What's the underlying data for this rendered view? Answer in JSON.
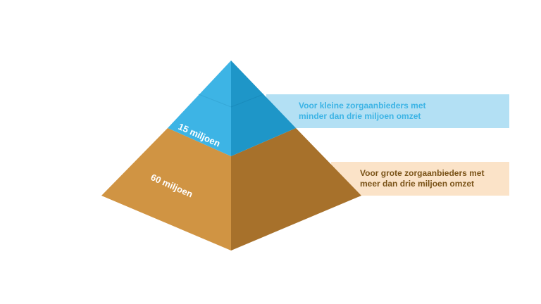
{
  "colors": {
    "top_left_face": "#3db4e5",
    "top_right_face": "#1e96c8",
    "top_band_bg": "#b3e0f4",
    "top_band_text": "#3db4e5",
    "bottom_left_face": "#d09443",
    "bottom_right_face": "#a7712b",
    "bottom_band_bg": "#fbe3c8",
    "bottom_band_text": "#7a5318"
  },
  "tiers": {
    "top": {
      "label": "15 miljoen",
      "description_line1": "Voor kleine zorgaanbieders met",
      "description_line2": "minder dan drie miljoen omzet"
    },
    "bottom": {
      "label": "60 miljoen",
      "description_line1": "Voor grote zorgaanbieders met",
      "description_line2": "meer dan drie miljoen omzet"
    }
  }
}
